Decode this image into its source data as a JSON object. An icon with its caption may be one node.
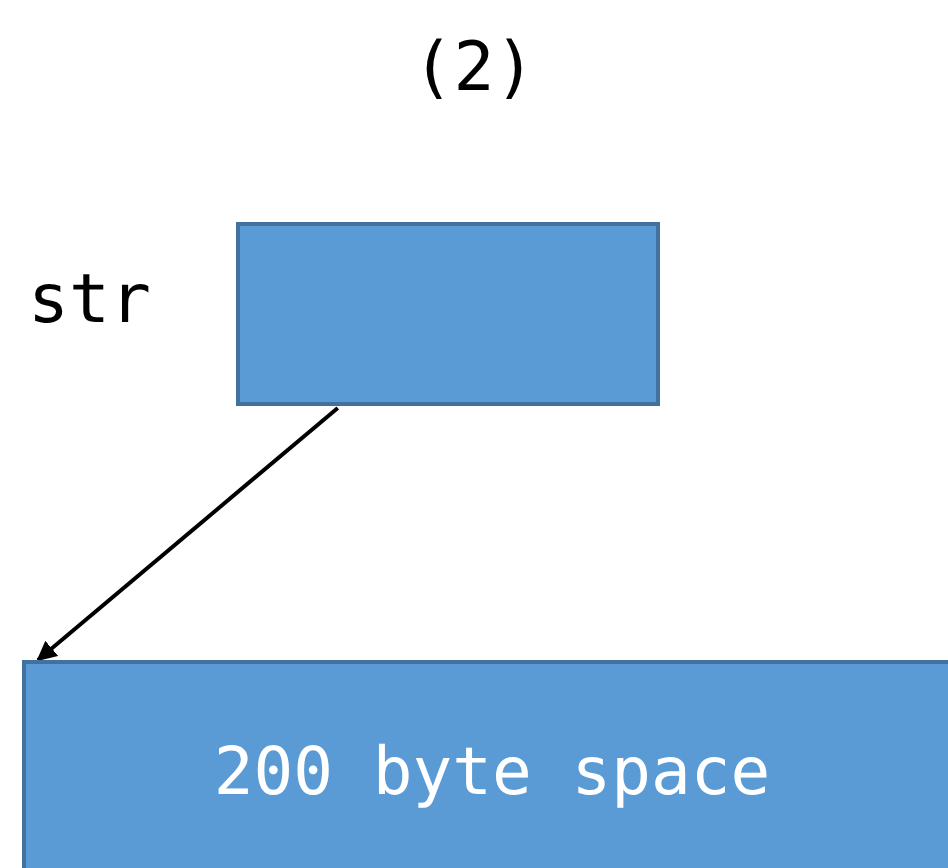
{
  "diagram": {
    "title": "(2)",
    "nodes": [
      {
        "text": [],
        "shape": "box",
        "beside": [
          "str"
        ]
      },
      {
        "text": [
          "200 byte space"
        ]
      }
    ],
    "edges": [
      {
        "from": 0,
        "to": 1,
        "arrow": "to"
      }
    ]
  }
}
